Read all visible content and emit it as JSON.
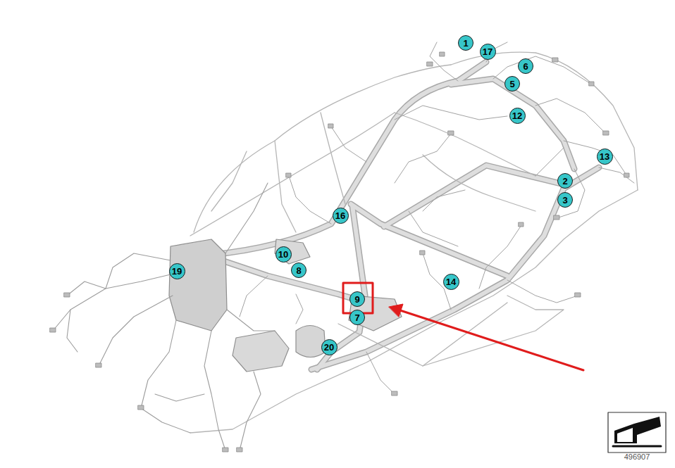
{
  "diagram": {
    "nodes": [
      {
        "text": [
          "1"
        ]
      },
      {
        "text": [
          "17"
        ]
      },
      {
        "text": [
          "6"
        ]
      },
      {
        "text": [
          "5"
        ]
      },
      {
        "text": [
          "12"
        ]
      },
      {
        "text": [
          "13"
        ]
      },
      {
        "text": [
          "2"
        ]
      },
      {
        "text": [
          "3"
        ]
      },
      {
        "text": [
          "16"
        ]
      },
      {
        "text": [
          "10"
        ]
      },
      {
        "text": [
          "19"
        ]
      },
      {
        "text": [
          "8"
        ]
      },
      {
        "text": [
          "14"
        ]
      },
      {
        "text": [
          "9"
        ]
      },
      {
        "text": [
          "7"
        ]
      },
      {
        "text": [
          "20"
        ]
      }
    ],
    "labels": [
      "496907"
    ]
  }
}
